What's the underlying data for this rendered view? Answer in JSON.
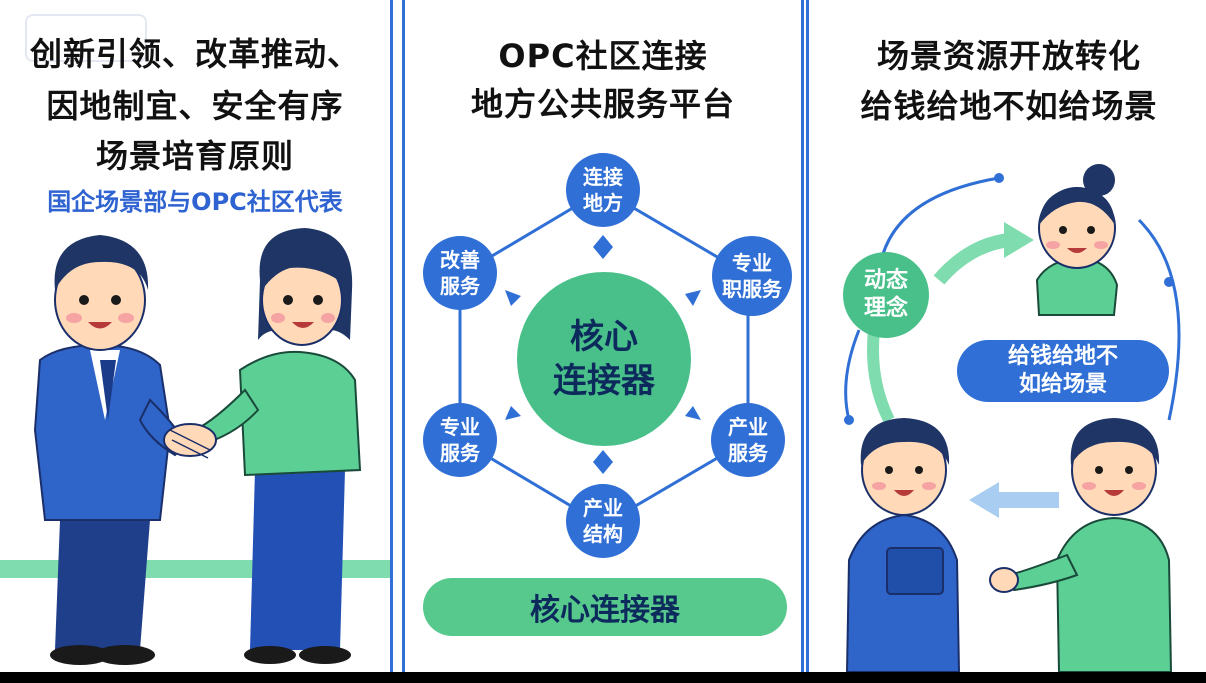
{
  "panel1": {
    "title_lines": [
      "创新引领、改革推动、",
      "因地制宜、安全有序",
      "场景培育原则"
    ],
    "subtitle": "国企场景部与OPC社区代表"
  },
  "panel2": {
    "title_lines": [
      "OPC社区连接",
      "地方公共服务平台"
    ],
    "nodes": [
      {
        "line1": "连接",
        "line2": "地方"
      },
      {
        "line1": "专业",
        "line2": "职服务"
      },
      {
        "line1": "产业",
        "line2": "服务"
      },
      {
        "line1": "产业",
        "line2": "结构"
      },
      {
        "line1": "专业",
        "line2": "服务"
      },
      {
        "line1": "改善",
        "line2": "服务"
      }
    ],
    "core": {
      "line1": "核心",
      "line2": "连接器"
    },
    "banner": "核心连接器"
  },
  "panel3": {
    "title_lines": [
      "场景资源开放转化",
      "给钱给地不如给场景"
    ],
    "concept": {
      "line1": "动态",
      "line2": "理念"
    },
    "pill": {
      "line1": "给钱给地不",
      "line2": "如给场景"
    }
  },
  "colors": {
    "blue": "#2f6fd6",
    "green": "#49c08a",
    "navy": "#0d2a5c",
    "suit_blue": "#2f64c9",
    "shirt_green": "#5ccf95"
  }
}
